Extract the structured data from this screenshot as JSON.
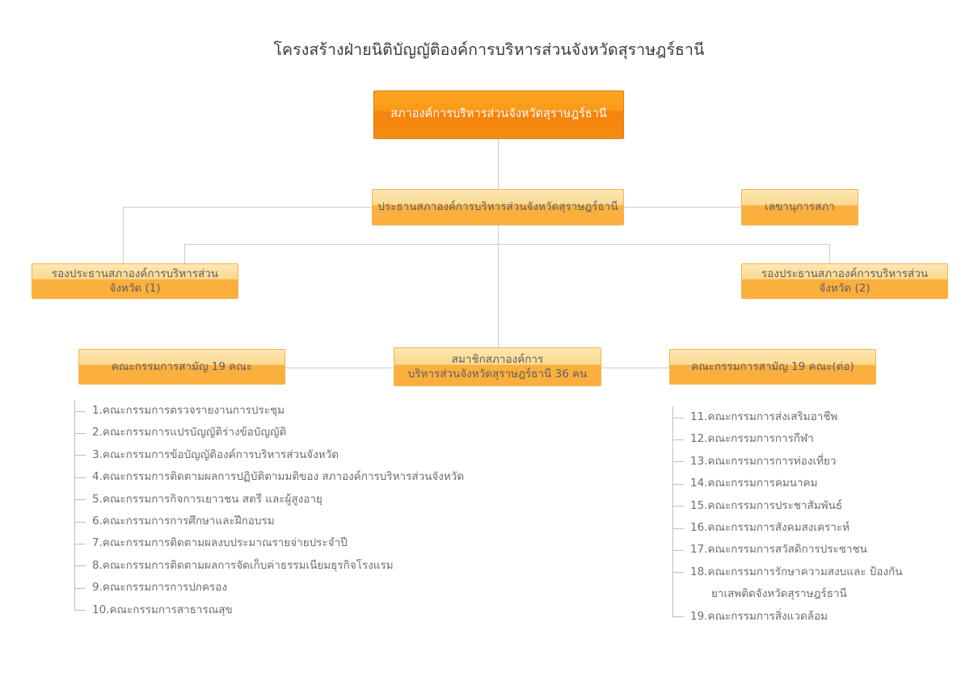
{
  "page": {
    "title": "โครงสร้างฝ่ายนิติบัญญัติองค์การบริหารส่วนจังหวัดสุราษฎร์ธานี",
    "background": "#ffffff",
    "accent_primary": "#f6820d",
    "accent_secondary": "#fbb03f",
    "connector_color": "#cccccc",
    "text_color": "#6b6b6b"
  },
  "nodes": {
    "root": "สภาองค์การบริหารส่วนจังหวัดสุราษฎร์ธานี",
    "president": "ประธานสภาองค์การบริหารส่วนจังหวัดสุราษฎร์ธานี",
    "council_secretary": "เลขานุการสภา",
    "vice_president_1": "รองประธานสภาองค์การบริหารส่วนจังหวัด (1)",
    "vice_president_2": "รองประธานสภาองค์การบริหารส่วนจังหวัด (2)",
    "committee_left": "คณะกรรมการสามัญ 19 คณะ",
    "members_line1": "สมาชิกสภาองค์การ",
    "members_line2": "บริหารส่วนจังหวัดสุราษฎร์ธานี 36 คน",
    "committee_right": "คณะกรรมการสามัญ 19 คณะ(ต่อ)"
  },
  "committees_left": [
    "1.คณะกรรมการตรวจรายงานการประชุม",
    "2.คณะกรรมการแปรบัญญัติร่างข้อบัญญัติ",
    "3.คณะกรรมการข้อบัญญัติองค์การบริหารส่วนจังหวัด",
    "4.คณะกรรมการติดตามผลการปฏิบัติตามมติของ สภาองค์การบริหารส่วนจังหวัด",
    "5.คณะกรรมการกิจการเยาวชน  สตรี  และผู้สูงอายุ",
    "6.คณะกรรมการการศึกษาและฝึกอบรม",
    "7.คณะกรรมการติดตามผลงบประมาณรายจ่ายประจำปี",
    "8.คณะกรรมการติดตามผลการจัดเก็บค่าธรรมเนียมธุรกิจโรงแรม",
    "9.คณะกรรมการการปกครอง",
    "10.คณะกรรมการสาธารณสุข"
  ],
  "committees_right": [
    {
      "text": "11.คณะกรรมการส่งเสริมอาชีพ",
      "continuation": ""
    },
    {
      "text": "12.คณะกรรมการการกีฬา",
      "continuation": ""
    },
    {
      "text": "13.คณะกรรมการการท่องเที่ยว",
      "continuation": ""
    },
    {
      "text": "14.คณะกรรมการคมนาคม",
      "continuation": ""
    },
    {
      "text": "15.คณะกรรมการประชาสัมพันธ์",
      "continuation": ""
    },
    {
      "text": "16.คณะกรรมการสังคมสงเคราะห์",
      "continuation": ""
    },
    {
      "text": "17.คณะกรรมการสวัสดิการประชาชน",
      "continuation": ""
    },
    {
      "text": "18.คณะกรรมการรักษาความสงบและ ป้องกัน",
      "continuation": "ยาเสพติดจังหวัดสุราษฎร์ธานี"
    },
    {
      "text": "19.คณะกรรมการสิ่งแวดล้อม",
      "continuation": ""
    }
  ]
}
